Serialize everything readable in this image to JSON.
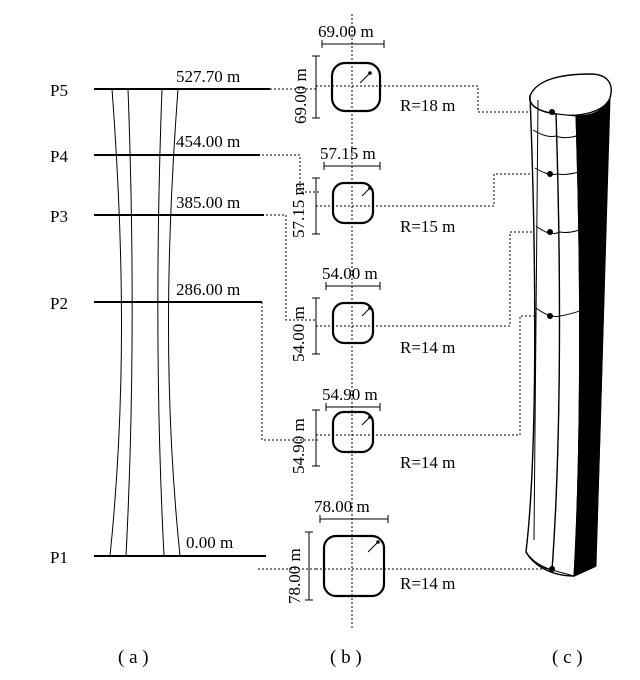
{
  "levels": [
    {
      "id": "P5",
      "elevation": "527.70 m",
      "width": "69.00 m",
      "depth": "69.00 m",
      "radius": "R=18 m"
    },
    {
      "id": "P4",
      "elevation": "454.00 m",
      "width": "57.15 m",
      "depth": "57.15 m",
      "radius": "R=15 m"
    },
    {
      "id": "P3",
      "elevation": "385.00 m",
      "width": "54.00 m",
      "depth": "54.00 m",
      "radius": "R=14 m"
    },
    {
      "id": "P2",
      "elevation": "286.00 m",
      "width": "54.90 m",
      "depth": "54.90 m",
      "radius": "R=14 m"
    },
    {
      "id": "P1",
      "elevation": "0.00 m",
      "width": "78.00 m",
      "depth": "78.00 m",
      "radius": "R=14 m"
    }
  ],
  "captions": {
    "a": "( a )",
    "b": "( b )",
    "c": "( c )"
  }
}
